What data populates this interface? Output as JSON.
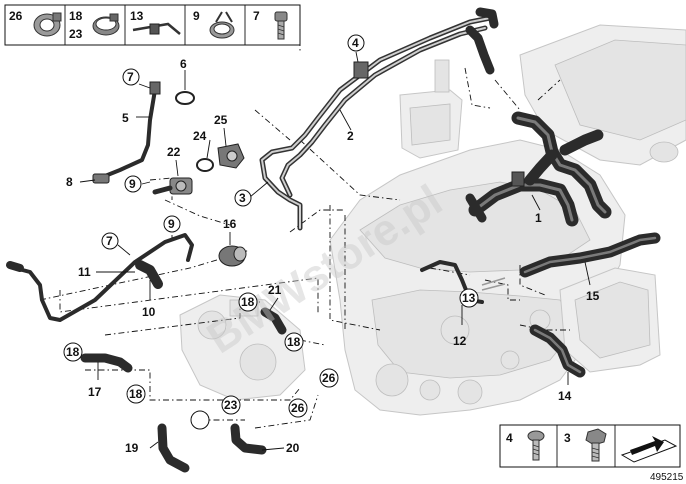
{
  "legend_top": {
    "cells": [
      {
        "labels": [
          "26"
        ],
        "icon": "hose-clamp-icon"
      },
      {
        "labels": [
          "18",
          "23"
        ],
        "icon": "band-clamp-icon"
      },
      {
        "labels": [
          "13"
        ],
        "icon": "cable-tie-icon"
      },
      {
        "labels": [
          "9"
        ],
        "icon": "spring-clip-icon"
      },
      {
        "labels": [
          "7"
        ],
        "icon": "bolt-icon"
      }
    ]
  },
  "legend_bottom": {
    "cells": [
      {
        "labels": [
          "4"
        ],
        "icon": "torx-bolt-icon"
      },
      {
        "labels": [
          "3"
        ],
        "icon": "hex-bolt-icon"
      },
      {
        "labels": [
          ""
        ],
        "icon": "arrow-plate-icon"
      }
    ]
  },
  "callouts": [
    {
      "id": "1",
      "text": "1"
    },
    {
      "id": "2",
      "text": "2"
    },
    {
      "id": "3",
      "text": "3"
    },
    {
      "id": "4",
      "text": "4"
    },
    {
      "id": "5",
      "text": "5"
    },
    {
      "id": "6",
      "text": "6"
    },
    {
      "id": "7a",
      "text": "7"
    },
    {
      "id": "7b",
      "text": "7"
    },
    {
      "id": "8",
      "text": "8"
    },
    {
      "id": "9a",
      "text": "9"
    },
    {
      "id": "9b",
      "text": "9"
    },
    {
      "id": "10",
      "text": "10"
    },
    {
      "id": "11",
      "text": "11"
    },
    {
      "id": "12",
      "text": "12"
    },
    {
      "id": "13",
      "text": "13"
    },
    {
      "id": "14",
      "text": "14"
    },
    {
      "id": "15",
      "text": "15"
    },
    {
      "id": "16",
      "text": "16"
    },
    {
      "id": "17",
      "text": "17"
    },
    {
      "id": "18a",
      "text": "18"
    },
    {
      "id": "18b",
      "text": "18"
    },
    {
      "id": "18c",
      "text": "18"
    },
    {
      "id": "18d",
      "text": "18"
    },
    {
      "id": "19",
      "text": "19"
    },
    {
      "id": "20",
      "text": "20"
    },
    {
      "id": "21",
      "text": "21"
    },
    {
      "id": "22",
      "text": "22"
    },
    {
      "id": "23",
      "text": "23"
    },
    {
      "id": "24",
      "text": "24"
    },
    {
      "id": "25",
      "text": "25"
    },
    {
      "id": "26a",
      "text": "26"
    },
    {
      "id": "26b",
      "text": "26"
    }
  ],
  "watermark": "BMWstore.pl",
  "diagram_number": "495215"
}
